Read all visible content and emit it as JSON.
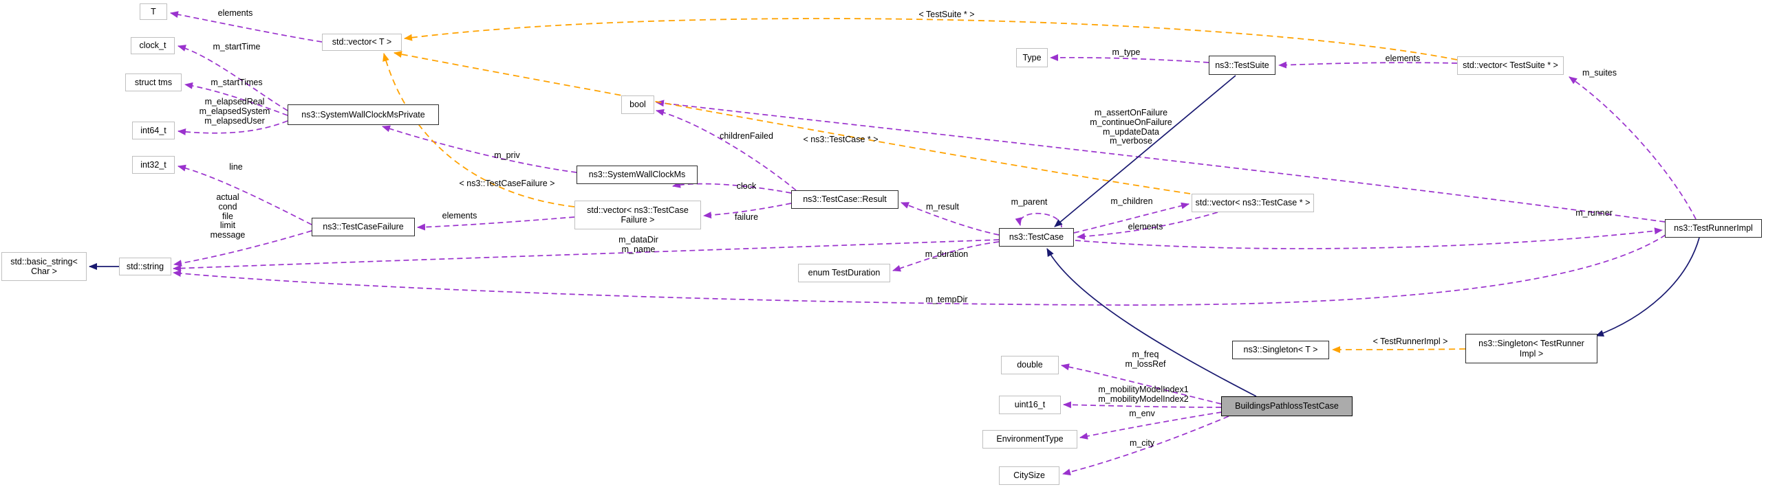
{
  "diagram": {
    "kind": "doxygen-collaboration-graph",
    "main_class": "BuildingsPathlossTestCase",
    "colors": {
      "usage_edge": "#9a32cd",
      "template_edge": "#ffa200",
      "inheritance_edge": "#191970",
      "main_node_fill": "#ababab",
      "class_border": "#2b2b2b",
      "plain_border": "#bfbfbf",
      "background": "#ffffff"
    }
  },
  "nodes": {
    "t": {
      "label": "T"
    },
    "clock_t": {
      "label": "clock_t"
    },
    "struct_tms": {
      "label": "struct tms"
    },
    "int64_t": {
      "label": "int64_t"
    },
    "int32_t": {
      "label": "int32_t"
    },
    "basic_string": {
      "label": "std::basic_string<\nChar >"
    },
    "std_string": {
      "label": "std::string"
    },
    "vector_t": {
      "label": "std::vector< T >"
    },
    "swcm_private": {
      "label": "ns3::SystemWallClockMsPrivate"
    },
    "test_case_failure": {
      "label": "ns3::TestCaseFailure"
    },
    "swcm": {
      "label": "ns3::SystemWallClockMs"
    },
    "bool": {
      "label": "bool"
    },
    "vector_tcf": {
      "label": "std::vector< ns3::TestCase\nFailure >"
    },
    "result": {
      "label": "ns3::TestCase::Result"
    },
    "enum_duration": {
      "label": "enum TestDuration"
    },
    "test_case": {
      "label": "ns3::TestCase"
    },
    "type": {
      "label": "Type"
    },
    "test_suite": {
      "label": "ns3::TestSuite"
    },
    "vector_ts": {
      "label": "std::vector< TestSuite * >"
    },
    "vector_tc": {
      "label": "std::vector< ns3::TestCase * >"
    },
    "runner": {
      "label": "ns3::TestRunnerImpl"
    },
    "singleton_t": {
      "label": "ns3::Singleton< T >"
    },
    "singleton_tr": {
      "label": "ns3::Singleton< TestRunner\nImpl >"
    },
    "main": {
      "label": "BuildingsPathlossTestCase"
    },
    "double": {
      "label": "double"
    },
    "uint16_t": {
      "label": "uint16_t"
    },
    "env_type": {
      "label": "EnvironmentType"
    },
    "city_size": {
      "label": "CitySize"
    }
  },
  "edge_labels": {
    "elements_t": "elements",
    "m_startTime": "m_startTime",
    "m_startTimes": "m_startTimes",
    "m_elapsed": "m_elapsedReal\nm_elapsedSystem\nm_elapsedUser",
    "line": "line",
    "tcf_fields": "actual\ncond\nfile\nlimit\nmessage",
    "m_priv": "m_priv",
    "tpl_tcf": "< ns3::TestCaseFailure >",
    "elements_tcf": "elements",
    "clock": "clock",
    "failure": "failure",
    "childrenFailed": "childrenFailed",
    "tpl_tc": "< ns3::TestCase * >",
    "m_dataDir": "m_dataDir\nm_name",
    "m_result": "m_result",
    "m_duration": "m_duration",
    "m_parent": "m_parent",
    "m_children": "m_children",
    "elements_tc": "elements",
    "m_assert": "m_assertOnFailure\nm_continueOnFailure\nm_updateData\nm_verbose",
    "tpl_ts": "< TestSuite * >",
    "m_type": "m_type",
    "elements_ts": "elements",
    "m_suites": "m_suites",
    "m_runner": "m_runner",
    "m_tempDir": "m_tempDir",
    "tpl_tr": "< TestRunnerImpl >",
    "m_freq": "m_freq\nm_lossRef",
    "m_mobility": "m_mobilityModelIndex1\nm_mobilityModelIndex2",
    "m_env": "m_env",
    "m_city": "m_city"
  }
}
